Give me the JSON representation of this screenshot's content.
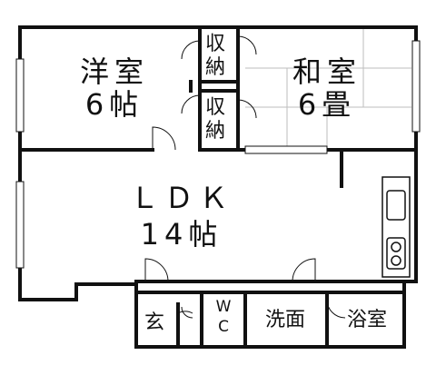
{
  "rooms": {
    "western_name": "洋室",
    "western_size": "6帖",
    "japanese_name": "和室",
    "japanese_size": "6畳",
    "closet_top": "収納",
    "closet_bottom": "収納",
    "ldk_name": "ＬＤＫ",
    "ldk_size": "14帖",
    "entrance": "玄",
    "wc_top": "W",
    "wc_bottom": "C",
    "washroom": "洗面",
    "bathroom": "浴室"
  },
  "colors": {
    "wall": "#111111",
    "background": "#ffffff",
    "tatami": "#bdbdbd"
  }
}
